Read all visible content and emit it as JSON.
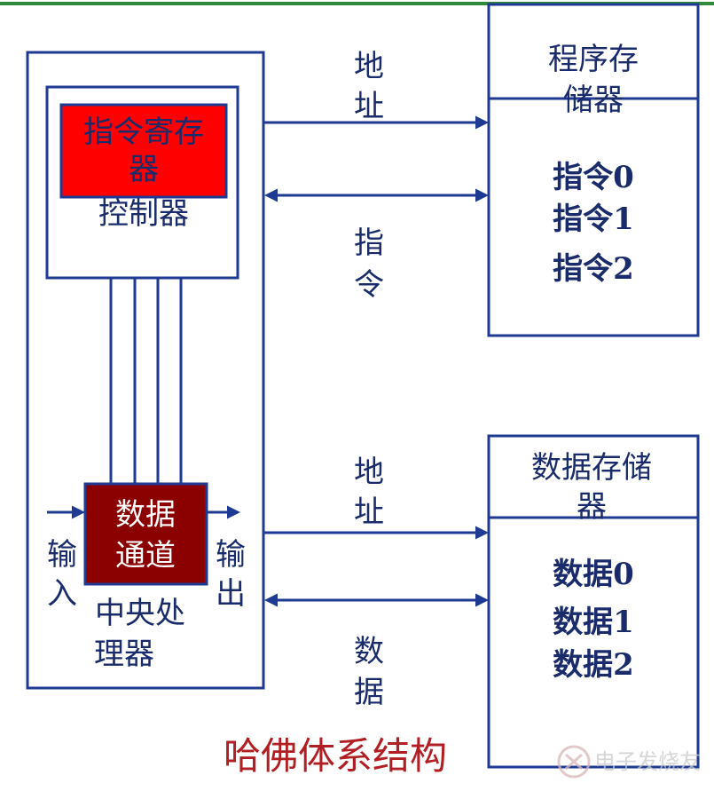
{
  "title": "哈佛体系结构",
  "watermark": "电子发烧友",
  "cpu": {
    "label_line1": "中央处",
    "label_line2": "理器",
    "controller": {
      "label": "控制器",
      "ir_line1": "指令寄存",
      "ir_line2": "器"
    },
    "datapath_line1": "数据",
    "datapath_line2": "通道",
    "input_line1": "输",
    "input_line2": "入",
    "output_line1": "输",
    "output_line2": "出"
  },
  "program_memory": {
    "title_line1": "程序存",
    "title_line2": "储器",
    "items": [
      "指令0",
      "指令1",
      "指令2"
    ]
  },
  "data_memory": {
    "title_line1": "数据存储",
    "title_line2": "器",
    "items": [
      "数据0",
      "数据1",
      "数据2"
    ]
  },
  "bus_labels": {
    "prog_addr_line1": "地",
    "prog_addr_line2": "址",
    "prog_instr_line1": "指",
    "prog_instr_line2": "令",
    "data_addr_line1": "地",
    "data_addr_line2": "址",
    "data_data_line1": "数",
    "data_data_line2": "据"
  },
  "colors": {
    "navy": "#1f3a93",
    "ir_red": "#ff0000",
    "datapath_maroon": "#8b0000",
    "title_red": "#b11f24",
    "top_green": "#2e8b3a"
  }
}
